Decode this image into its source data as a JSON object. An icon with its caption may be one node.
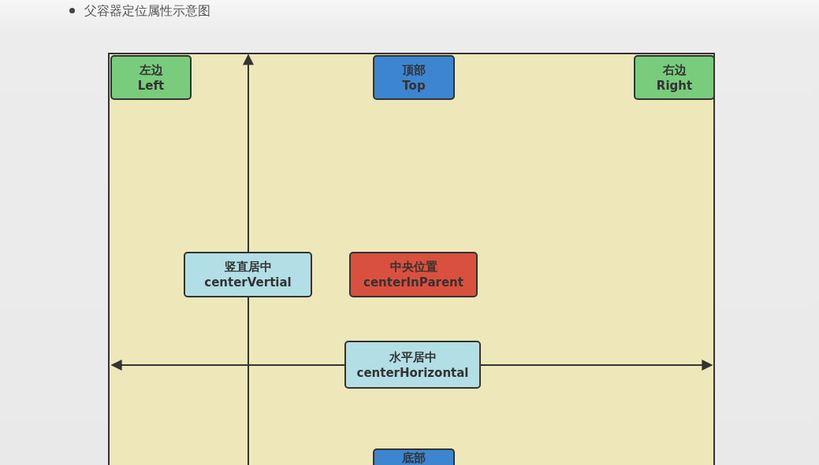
{
  "diagram": {
    "title": "父容器定位属性示意图",
    "nodes": [
      {
        "text": [],
        "shape": "box"
      },
      {
        "text": [
          "左边",
          "Left"
        ],
        "in": 0
      },
      {
        "text": [
          "顶部",
          "Top"
        ],
        "in": 0
      },
      {
        "text": [
          "右边",
          "Right"
        ],
        "in": 0
      },
      {
        "text": [
          "竖直居中",
          "centerVertial"
        ],
        "in": 0
      },
      {
        "text": [
          "中央位置",
          "centerInParent"
        ],
        "in": 0
      },
      {
        "text": [
          "水平居中",
          "centerHorizontal"
        ],
        "in": 0
      },
      {
        "text": [
          "底部"
        ],
        "in": 0
      }
    ],
    "edges": []
  }
}
